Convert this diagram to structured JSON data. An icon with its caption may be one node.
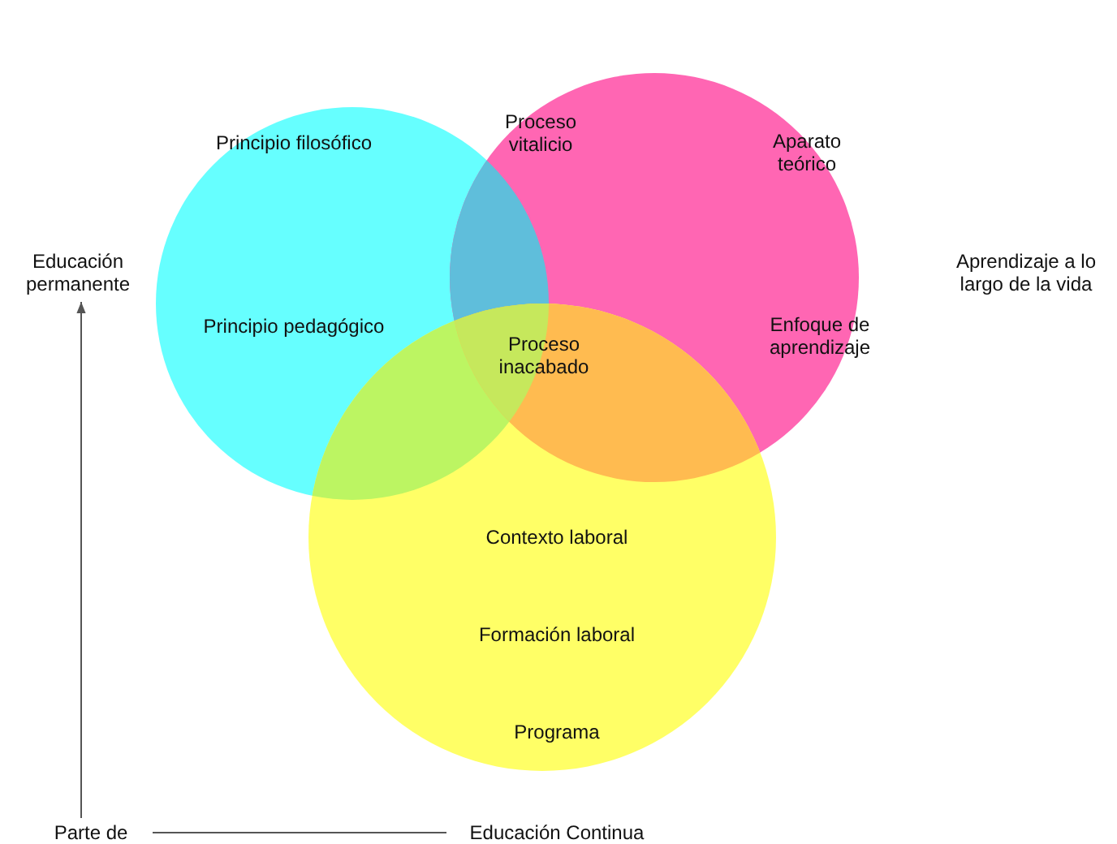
{
  "diagram": {
    "nodes": [
      {
        "text": [
          "Educación permanente"
        ]
      },
      {
        "text": [
          "Principio filosófico",
          "Principio pedagógico"
        ]
      },
      {
        "text": [
          "Aparato teórico",
          "Enfoque de aprendizaje"
        ]
      },
      {
        "text": [
          "Contexto laboral",
          "Formación laboral",
          "Programa"
        ]
      },
      {
        "text": [
          "Parte de"
        ]
      },
      {
        "text": [
          "Educación Continua"
        ]
      }
    ],
    "edges": [
      {
        "from": 4,
        "to": 0,
        "arrow": "to"
      },
      {
        "from": 4,
        "to": 5,
        "arrow": "none"
      }
    ],
    "labels": [
      "Proceso vitalicio",
      "Proceso inacabado",
      "Aprendizaje a lo largo de la vida"
    ]
  }
}
